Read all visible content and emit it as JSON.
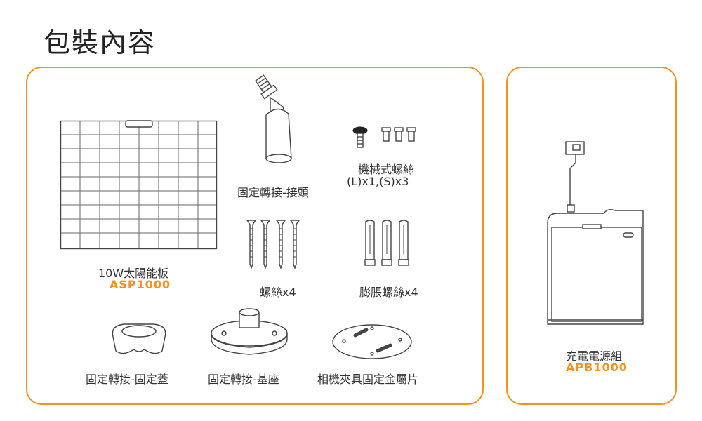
{
  "title": "包裝內容",
  "items": {
    "solar_panel": {
      "name": "10W太陽能板",
      "code": "ASP1000"
    },
    "adapter_joint": {
      "name": "固定轉接-接頭"
    },
    "machine_screws": {
      "name": "機械式螺絲",
      "count": "(L)x1,(S)x3"
    },
    "screws": {
      "name": "螺絲x4"
    },
    "anchors": {
      "name": "膨脹螺絲x4"
    },
    "adapter_cap": {
      "name": "固定轉接-固定蓋"
    },
    "adapter_base": {
      "name": "固定轉接-基座"
    },
    "camera_clip_plate": {
      "name": "相機夾具固定金屬片"
    },
    "charging_power_supply": {
      "name": "充電電源組",
      "code": "APB1000"
    }
  },
  "colors": {
    "accent": "#f5921e",
    "text": "#333333"
  }
}
